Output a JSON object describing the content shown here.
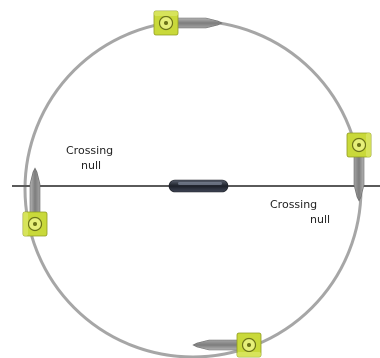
{
  "labels": {
    "left_line1": "Crossing",
    "left_line2": "null",
    "right_line1": "Crossing",
    "right_line2": "null"
  },
  "colors": {
    "circle": "#a6a6a6",
    "axis_line": "#5a5a5a",
    "sensor_body": "#8c8c8c",
    "sensor_head": "#c9d93a",
    "sensor_face": "#e6ef7a",
    "magnet": "#2a2f3a",
    "background": "#ffffff"
  },
  "sensors": [
    {
      "name": "sensor-top",
      "orientation": "pointing-right"
    },
    {
      "name": "sensor-right",
      "orientation": "pointing-down"
    },
    {
      "name": "sensor-bottom",
      "orientation": "pointing-left"
    },
    {
      "name": "sensor-left",
      "orientation": "pointing-up"
    }
  ]
}
